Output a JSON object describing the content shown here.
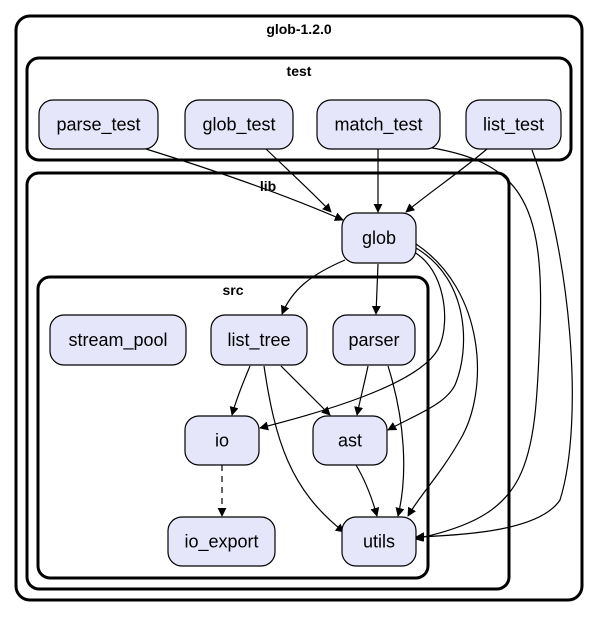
{
  "clusters": {
    "root": "glob-1.2.0",
    "test": "test",
    "lib": "lib",
    "src": "src"
  },
  "nodes": {
    "parse_test": "parse_test",
    "glob_test": "glob_test",
    "match_test": "match_test",
    "list_test": "list_test",
    "glob": "glob",
    "stream_pool": "stream_pool",
    "list_tree": "list_tree",
    "parser": "parser",
    "io": "io",
    "ast": "ast",
    "io_export": "io_export",
    "utils": "utils"
  },
  "edges": [
    {
      "from": "parse_test",
      "to": "glob"
    },
    {
      "from": "glob_test",
      "to": "glob"
    },
    {
      "from": "match_test",
      "to": "glob"
    },
    {
      "from": "list_test",
      "to": "glob"
    },
    {
      "from": "match_test",
      "to": "utils"
    },
    {
      "from": "list_test",
      "to": "utils"
    },
    {
      "from": "glob",
      "to": "list_tree"
    },
    {
      "from": "glob",
      "to": "parser"
    },
    {
      "from": "glob",
      "to": "io"
    },
    {
      "from": "glob",
      "to": "ast"
    },
    {
      "from": "glob",
      "to": "utils"
    },
    {
      "from": "list_tree",
      "to": "io"
    },
    {
      "from": "list_tree",
      "to": "ast"
    },
    {
      "from": "list_tree",
      "to": "utils"
    },
    {
      "from": "parser",
      "to": "ast"
    },
    {
      "from": "parser",
      "to": "utils"
    },
    {
      "from": "ast",
      "to": "utils"
    },
    {
      "from": "io",
      "to": "io_export",
      "style": "dashed"
    }
  ]
}
